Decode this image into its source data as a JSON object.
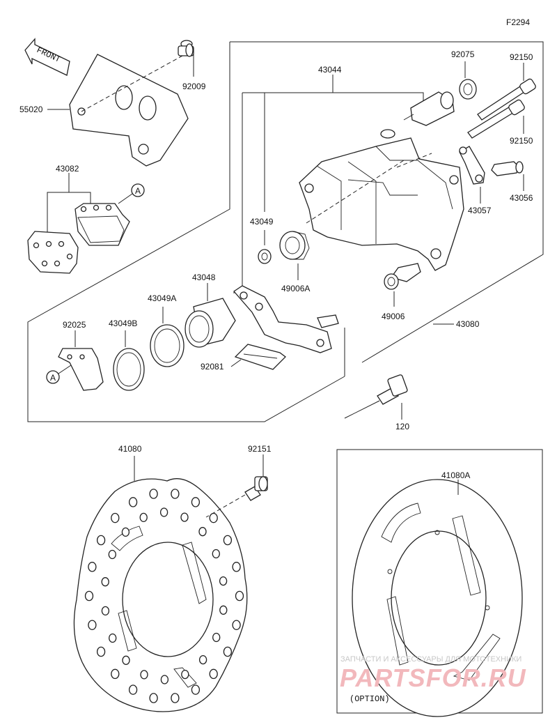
{
  "diagram_code": "F2294",
  "front_label": "FRONT",
  "option_label": "(OPTION)",
  "watermark": {
    "caption": "ЗАПЧАСТИ И АКСЕССУАРЫ ДЛЯ МОТОТЕХНИКИ",
    "logo_text": "PARTSFOR.RU"
  },
  "parts": {
    "p55020": "55020",
    "p92009": "92009",
    "p43082": "43082",
    "pA1": "A",
    "p43044": "43044",
    "p92075": "92075",
    "p92150a": "92150",
    "p92150b": "92150",
    "p43057": "43057",
    "p43056": "43056",
    "p43049": "43049",
    "p49006A": "49006A",
    "p49006": "49006",
    "p43080": "43080",
    "p43048": "43048",
    "p43049A": "43049A",
    "p92025": "92025",
    "p43049B": "43049B",
    "pA2": "A",
    "p92081": "92081",
    "p120": "120",
    "p41080": "41080",
    "p92151": "92151",
    "p41080A": "41080A"
  }
}
